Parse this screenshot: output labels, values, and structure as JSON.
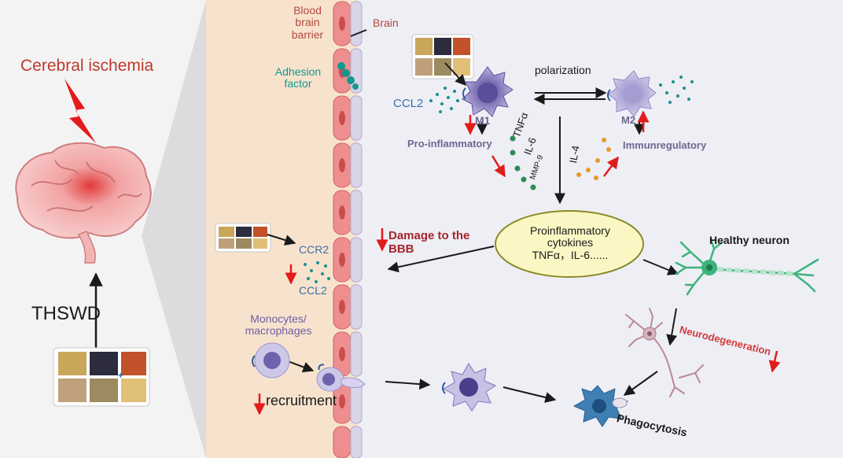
{
  "colors": {
    "title_red": "#c0392b",
    "arrow_red": "#e31b1b",
    "barrier_red": "#b34a3e",
    "adhesion_teal": "#11988f",
    "ccl_blue": "#3a6fa8",
    "cell_purple": "#6e5ea6",
    "label_gray": "#6f6691",
    "cytokine_green": "#2d8a55",
    "orange_dot": "#e39a2f",
    "vessel_bg": "#f7e3cd",
    "brain_bg": "#eeeef5",
    "ellipse_fill": "#fbf7c4",
    "ellipse_stroke": "#8a8a2a"
  },
  "left": {
    "title": "Cerebral ischemia",
    "treatment": "THSWD"
  },
  "vessel": {
    "bbb_label": "Blood\nbrain\nbarrier",
    "adhesion_label": "Adhesion\nfactor",
    "ccr2": "CCR2",
    "ccl2": "CCL2",
    "monocytes_label": "Monocytes/\nmacrophages",
    "recruitment": "recruitment"
  },
  "brain": {
    "region_label": "Brain",
    "ccl2": "CCL2",
    "m1": "M1",
    "m2": "M2",
    "polarization": "polarization",
    "pro_inflammatory": "Pro-inflammatory",
    "immunregulatory": "Immunregulatory",
    "cytokines": [
      "TNFα",
      "IL-6",
      "MMP-9"
    ],
    "il4": "IL-4",
    "proinflammatory_box": "Proinflammatory\ncytokines\nTNFα，IL-6......",
    "damage_bbb": "Damage to the\nBBB",
    "healthy_neuron": "Healthy neuron",
    "neurodegeneration": "Neurodegeneration",
    "phagocytosis": "Phagocytosis"
  },
  "icons": [
    "lightning-icon",
    "brain-icon",
    "herb-collage-icon",
    "macrophage-icon",
    "neuron-icon"
  ]
}
